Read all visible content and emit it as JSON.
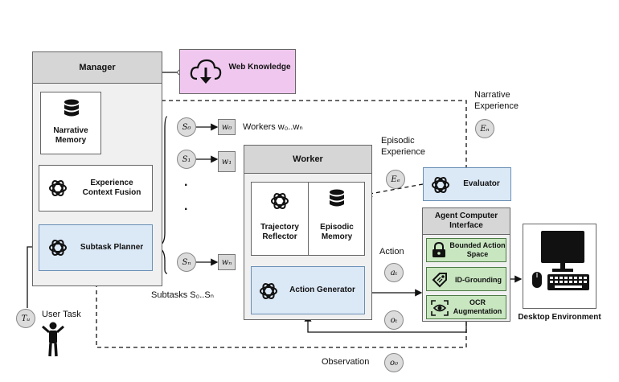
{
  "manager": {
    "title": "Manager",
    "narrative_memory": "Narrative Memory",
    "experience_context_fusion": "Experience Context Fusion",
    "subtask_planner": "Subtask Planner"
  },
  "web_knowledge": "Web Knowledge",
  "worker": {
    "title": "Worker",
    "trajectory_reflector": "Trajectory Reflector",
    "episodic_memory": "Episodic Memory",
    "action_generator": "Action Generator"
  },
  "evaluator": "Evaluator",
  "aci": {
    "title": "Agent Computer Interface",
    "bounded_action_space": "Bounded Action Space",
    "id_grounding": "ID-Grounding",
    "ocr_augmentation": "OCR Augmentation"
  },
  "desktop_environment": "Desktop Environment",
  "labels": {
    "narrative_experience": "Narrative Experience",
    "episodic_experience": "Episodic Experience",
    "action": "Action",
    "observation": "Observation",
    "user_task": "User Task",
    "workers_text": "Workers w₀..wₙ",
    "subtasks_text": "Subtasks S₀..Sₙ"
  },
  "symbols": {
    "S0": "S₀",
    "S1": "S₁",
    "Sn": "Sₙ",
    "w0": "w₀",
    "w1": "w₁",
    "wn": "wₙ",
    "En": "Eₙ",
    "Ee": "Eₑ",
    "at": "aₜ",
    "ot": "oₜ",
    "o0": "o₀",
    "Tu": "Tᵤ"
  },
  "colors": {
    "panel": "#f0f0f0",
    "header": "#d6d6d6",
    "planner_blue": "#dbe8f6",
    "aci_green": "#c8e6c0",
    "web_pink": "#f0c8ef"
  },
  "icons": [
    "database-icon",
    "openai-logo-icon",
    "cloud-download-icon",
    "lock-icon",
    "tag-icon",
    "eye-scan-icon",
    "monitor-icon",
    "mouse-icon",
    "keyboard-icon",
    "person-icon"
  ]
}
